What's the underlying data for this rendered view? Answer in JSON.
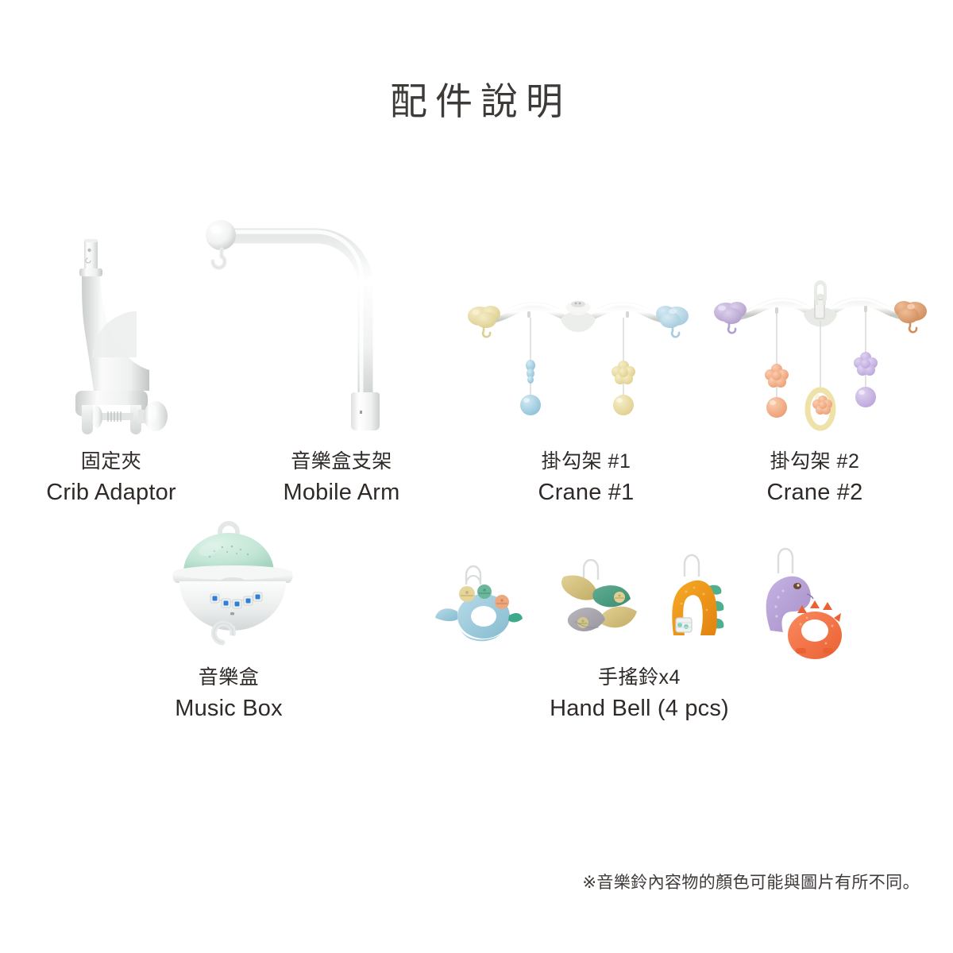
{
  "header": {
    "title": "配件說明"
  },
  "items": [
    {
      "key": "crib-adaptor",
      "zh": "固定夾",
      "en": "Crib Adaptor",
      "icon": "crib-adaptor-illustration"
    },
    {
      "key": "mobile-arm",
      "zh": "音樂盒支架",
      "en": "Mobile Arm",
      "icon": "mobile-arm-illustration"
    },
    {
      "key": "crane-1",
      "zh": "掛勾架 #1",
      "en": "Crane #1",
      "icon": "crane-one-illustration"
    },
    {
      "key": "crane-2",
      "zh": "掛勾架 #2",
      "en": "Crane #2",
      "icon": "crane-two-illustration"
    },
    {
      "key": "music-box",
      "zh": "音樂盒",
      "en": "Music Box",
      "icon": "music-box-illustration"
    },
    {
      "key": "hand-bell",
      "zh": "手搖鈴x4",
      "en": "Hand Bell (4 pcs)",
      "icon": "hand-bell-illustration"
    }
  ],
  "footnote": {
    "text": "※音樂鈴內容物的顏色可能與圖片有所不同。"
  },
  "colors": {
    "background": "#ffffff",
    "text": "#2f2a28",
    "title": "#3d3a38",
    "plastic_white": "#f4f4f4",
    "plastic_white_shadow": "#d8dad9",
    "crane_bar": "#e9ebe8",
    "crane_bar_shadow": "#c6cac5",
    "cloud_yellow": "#e8dca5",
    "cloud_blue": "#b7d8e7",
    "cloud_purple": "#c3b2d8",
    "cloud_orange": "#e0a172",
    "bead_blue": "#a9d3e4",
    "bead_yellow": "#ecdfa6",
    "bead_orange": "#f0b08a",
    "bead_purple": "#c7b5e0",
    "ring_yellow": "#efe4ae",
    "music_dome": "#bfe3d4",
    "music_body": "#e8eaea",
    "bell_blue": "#9fcada",
    "bell_khaki": "#d6c583",
    "bell_green": "#4f9e82",
    "bell_grey": "#a9a6ad",
    "bell_orange": "#ef9a1e",
    "bell_orange_deep": "#f37242",
    "bell_purple": "#b6a2d6",
    "bell_teal": "#3fa98b"
  }
}
